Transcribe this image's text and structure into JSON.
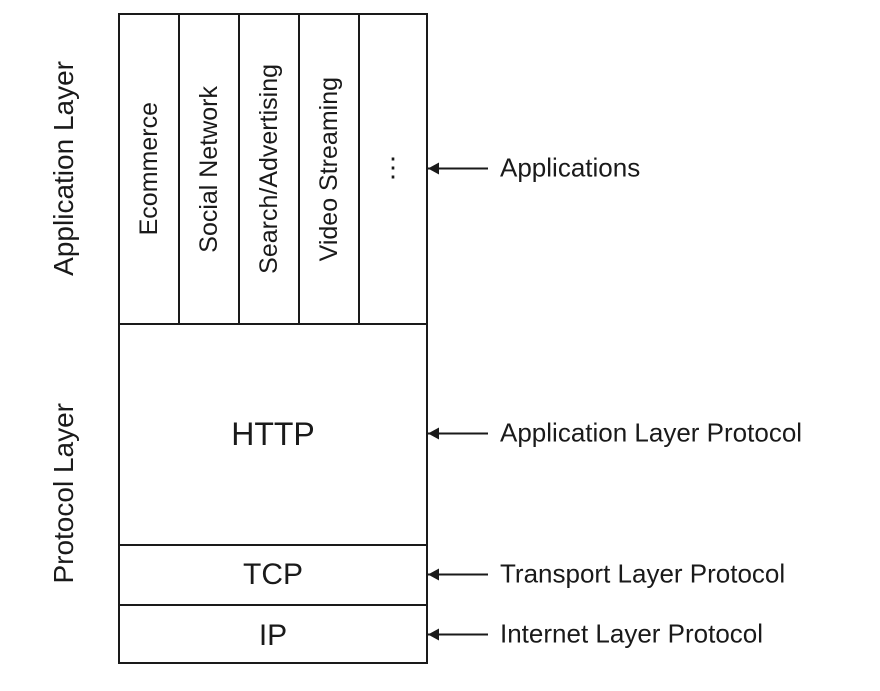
{
  "layers": {
    "application_label": "Application Layer",
    "protocol_label": "Protocol Layer"
  },
  "applications": {
    "columns": [
      "Ecommerce",
      "Social Network",
      "Search/Advertising",
      "Video Streaming"
    ],
    "ellipsis": "⋮"
  },
  "protocols": {
    "http": "HTTP",
    "tcp": "TCP",
    "ip": "IP"
  },
  "annotations": [
    {
      "label": "Applications"
    },
    {
      "label": "Application Layer Protocol"
    },
    {
      "label": "Transport Layer Protocol"
    },
    {
      "label": "Internet Layer Protocol"
    }
  ],
  "colors": {
    "line": "#1a1a1a",
    "background": "#ffffff",
    "text": "#1a1a1a"
  }
}
